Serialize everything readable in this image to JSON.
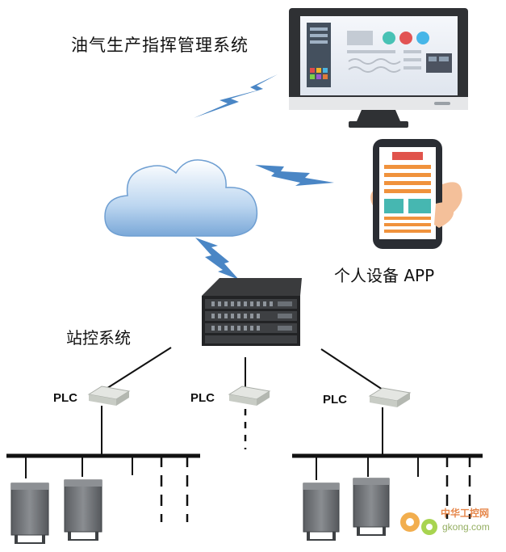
{
  "title": "油气生产指挥管理系统",
  "personal_device_label": "个人设备 APP",
  "station_label": "站控系统",
  "plc_labels": [
    "PLC",
    "PLC",
    "PLC"
  ],
  "watermark": {
    "name": "中华工控网",
    "url": "gkong.com"
  },
  "colors": {
    "lightning": "#4a86c5",
    "monitor_frame": "#3a3a3a",
    "phone_screen_top": "#e0534b",
    "phone_bars": "#f0923c",
    "phone_teal": "#46b7b1",
    "bus_line": "#111111",
    "cabinet": "#6b6e72"
  }
}
